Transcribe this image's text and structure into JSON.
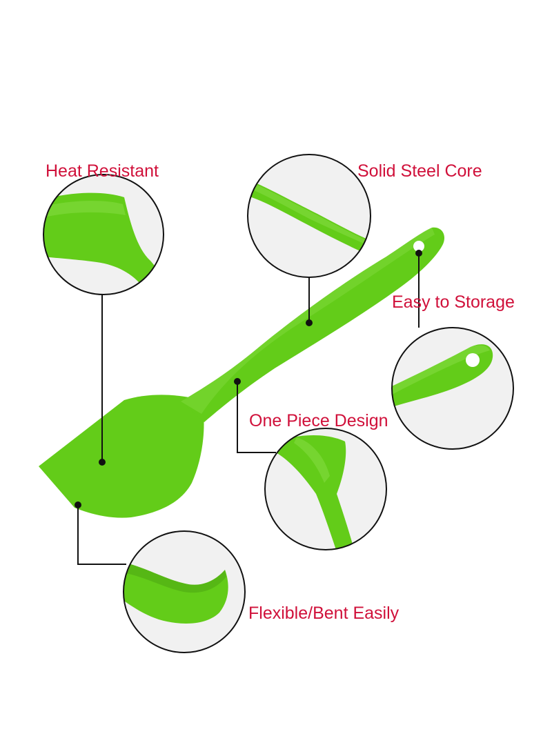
{
  "labels": {
    "heat_resistant": "Heat Resistant",
    "solid_steel_core": "Solid Steel Core",
    "easy_to_storage": "Easy to Storage",
    "one_piece_design": "One Piece Design",
    "flexible_bent_easily": "Flexible/Bent Easily"
  },
  "colors": {
    "label_text": "#d0103a",
    "spatula_green": "#63cc19",
    "spatula_dark": "#4fa813",
    "circle_bg": "#f1f1f1",
    "line": "#111111"
  }
}
